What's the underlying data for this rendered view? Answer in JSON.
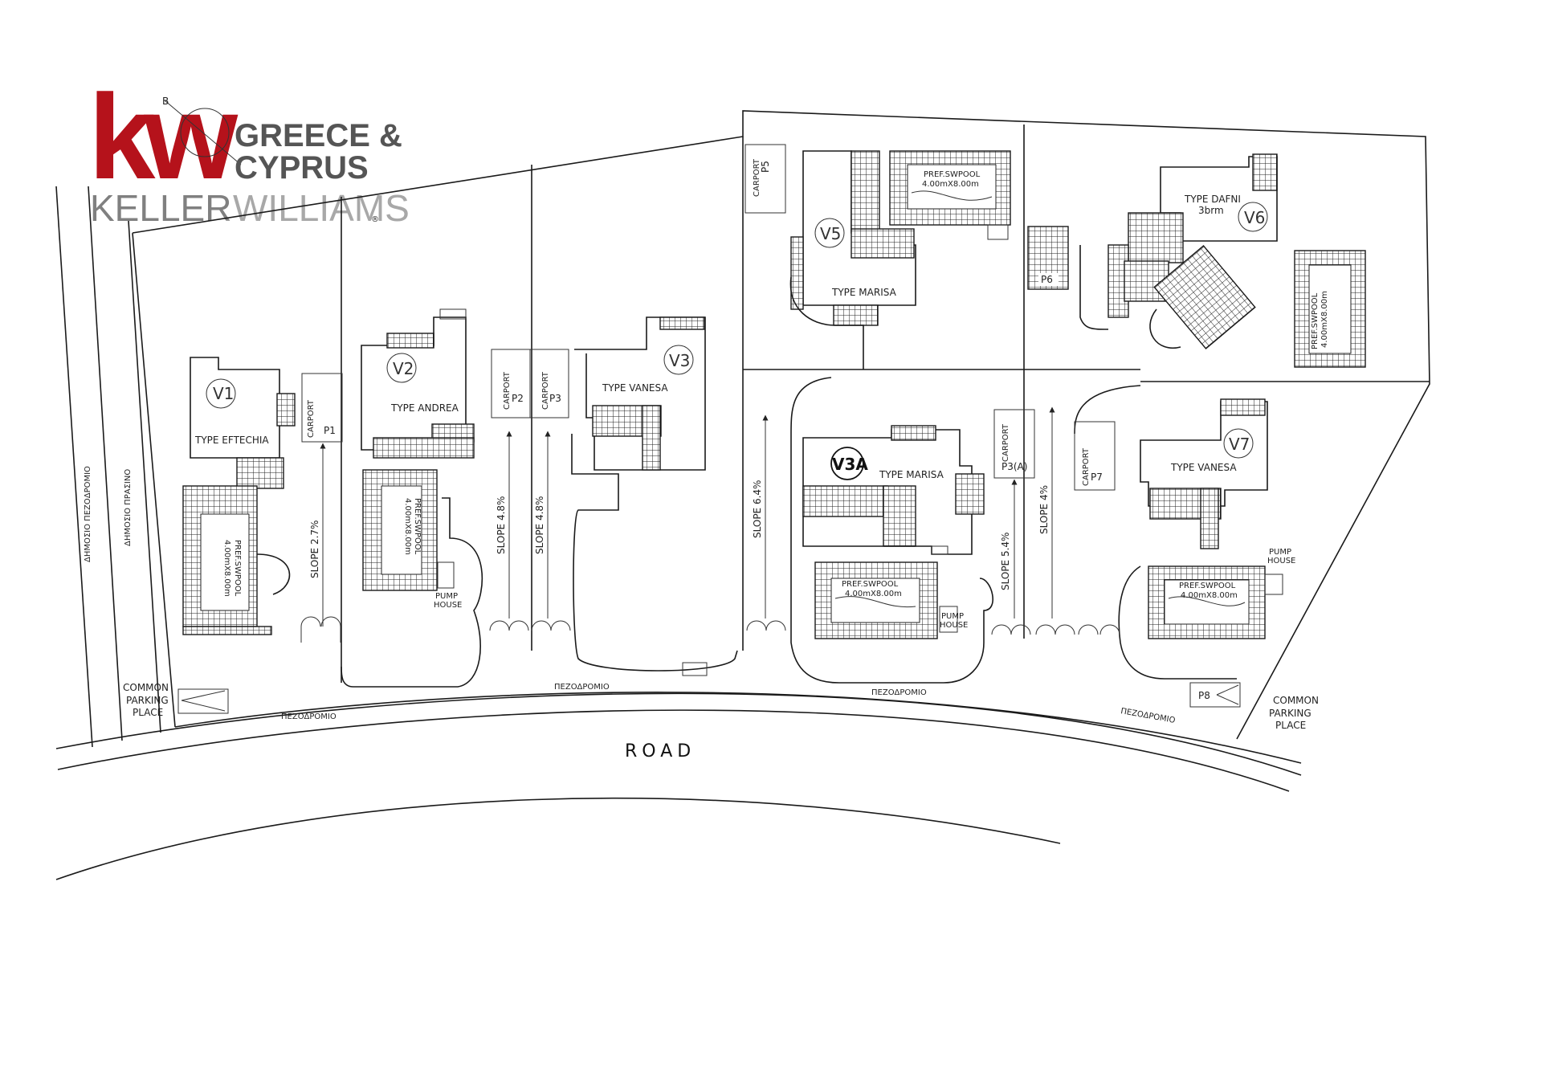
{
  "logo": {
    "mark": "kw",
    "line1": "GREECE &",
    "line2": "CYPRUS",
    "brand_a": "KELLER",
    "brand_b": "WILLIAMS",
    "reg": "®",
    "brand_color": "#b5121b"
  },
  "streets": {
    "left_1": "ΔΗΜΟΣΙΟ ΠΕΖΟΔΡΟΜΙΟ",
    "left_2": "ΔΗΜΟΣΙΟ ΠΡΑΣΙΝΟ",
    "pedestrian": "ΠΕΖΟΔΡΟΜΙΟ",
    "road": "ROAD"
  },
  "parking": {
    "common_left": [
      "COMMON",
      "PARKING",
      "PLACE"
    ],
    "common_right": [
      "COMMON",
      "PARKING",
      "PLACE"
    ],
    "carport": "CARPORT",
    "spots": [
      "P1",
      "P2",
      "P3",
      "P5",
      "P6",
      "P3(A)",
      "P7",
      "P8"
    ]
  },
  "villas": [
    {
      "id": "V1",
      "type": "TYPE EFTECHIA"
    },
    {
      "id": "V2",
      "type": "TYPE ANDREA"
    },
    {
      "id": "V3",
      "type": "TYPE VANESA"
    },
    {
      "id": "V5",
      "type": "TYPE MARISA"
    },
    {
      "id": "V6",
      "type": "TYPE DAFNI",
      "extra": "3brm"
    },
    {
      "id": "V3A",
      "type": "TYPE MARISA"
    },
    {
      "id": "V7",
      "type": "TYPE VANESA"
    }
  ],
  "pools": {
    "label": "PREF.SWPOOL",
    "size": "4.00mX8.00m"
  },
  "pump_house": [
    "PUMP",
    "HOUSE"
  ],
  "slopes": [
    "SLOPE 2.7%",
    "SLOPE 4.8%",
    "SLOPE 4.8%",
    "SLOPE 6.4%",
    "SLOPE 5.4%",
    "SLOPE 4%"
  ]
}
